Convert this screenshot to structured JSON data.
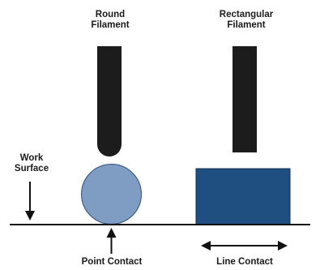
{
  "labels": {
    "round_filament": [
      "Round",
      "Filament"
    ],
    "rectangular_filament": [
      "Rectangular",
      "Filament"
    ],
    "work_surface": [
      "Work",
      "Surface"
    ],
    "point_contact": "Point Contact",
    "line_contact": "Line Contact"
  },
  "colors": {
    "filament": "#1c1c1c",
    "round_part": "#7f9cc2",
    "rect_part": "#1f4f80",
    "line": "#111111"
  },
  "icons": {
    "work_surface_arrow": "arrow-down-icon",
    "point_contact_arrow": "arrow-up-icon",
    "line_contact_arrow": "double-arrow-horizontal-icon"
  }
}
